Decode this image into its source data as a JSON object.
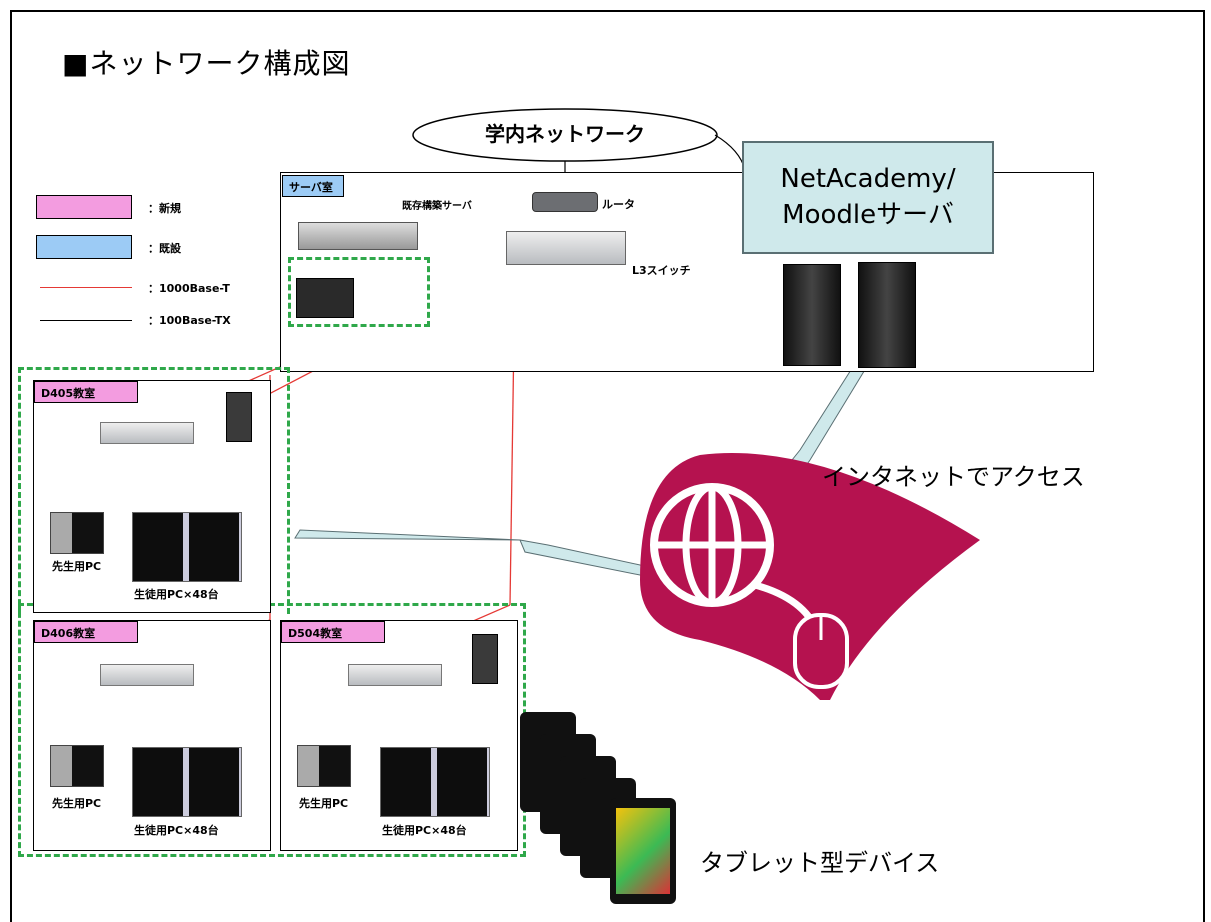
{
  "title": "■ネットワーク構成図",
  "campus_network": "学内ネットワーク",
  "server_room": {
    "label": "サーバ室"
  },
  "router_label": "ルータ",
  "existing_server_label": "既存構築サーバ",
  "l3_switch_label": "L3スイッチ",
  "netacademy": {
    "line1": "NetAcademy/",
    "line2": "Moodleサーバ"
  },
  "legend": [
    {
      "label": "：新規",
      "color": "#f39ce0"
    },
    {
      "label": "：既設",
      "color": "#9ccbf5"
    },
    {
      "label": "：1000Base-T",
      "color": "#e53935"
    },
    {
      "label": "：100Base-TX",
      "color": "#000000"
    }
  ],
  "rooms": [
    {
      "label": "D405教室",
      "teacher_pc": "先生用PC",
      "student_pc": "生徒用PC×48台"
    },
    {
      "label": "D406教室",
      "teacher_pc": "先生用PC",
      "student_pc": "生徒用PC×48台"
    },
    {
      "label": "D504教室",
      "teacher_pc": "先生用PC",
      "student_pc": "生徒用PC×48台"
    }
  ],
  "internet_access": "インタネットでアクセス",
  "tablet_label": "タブレット型デバイス",
  "colors": {
    "new": "#f39ce0",
    "existing": "#9ccbf5",
    "link_red": "#e53935",
    "dash_green": "#2fa84a",
    "globe": "#b5124f",
    "cloud": "#cfe9eb"
  }
}
